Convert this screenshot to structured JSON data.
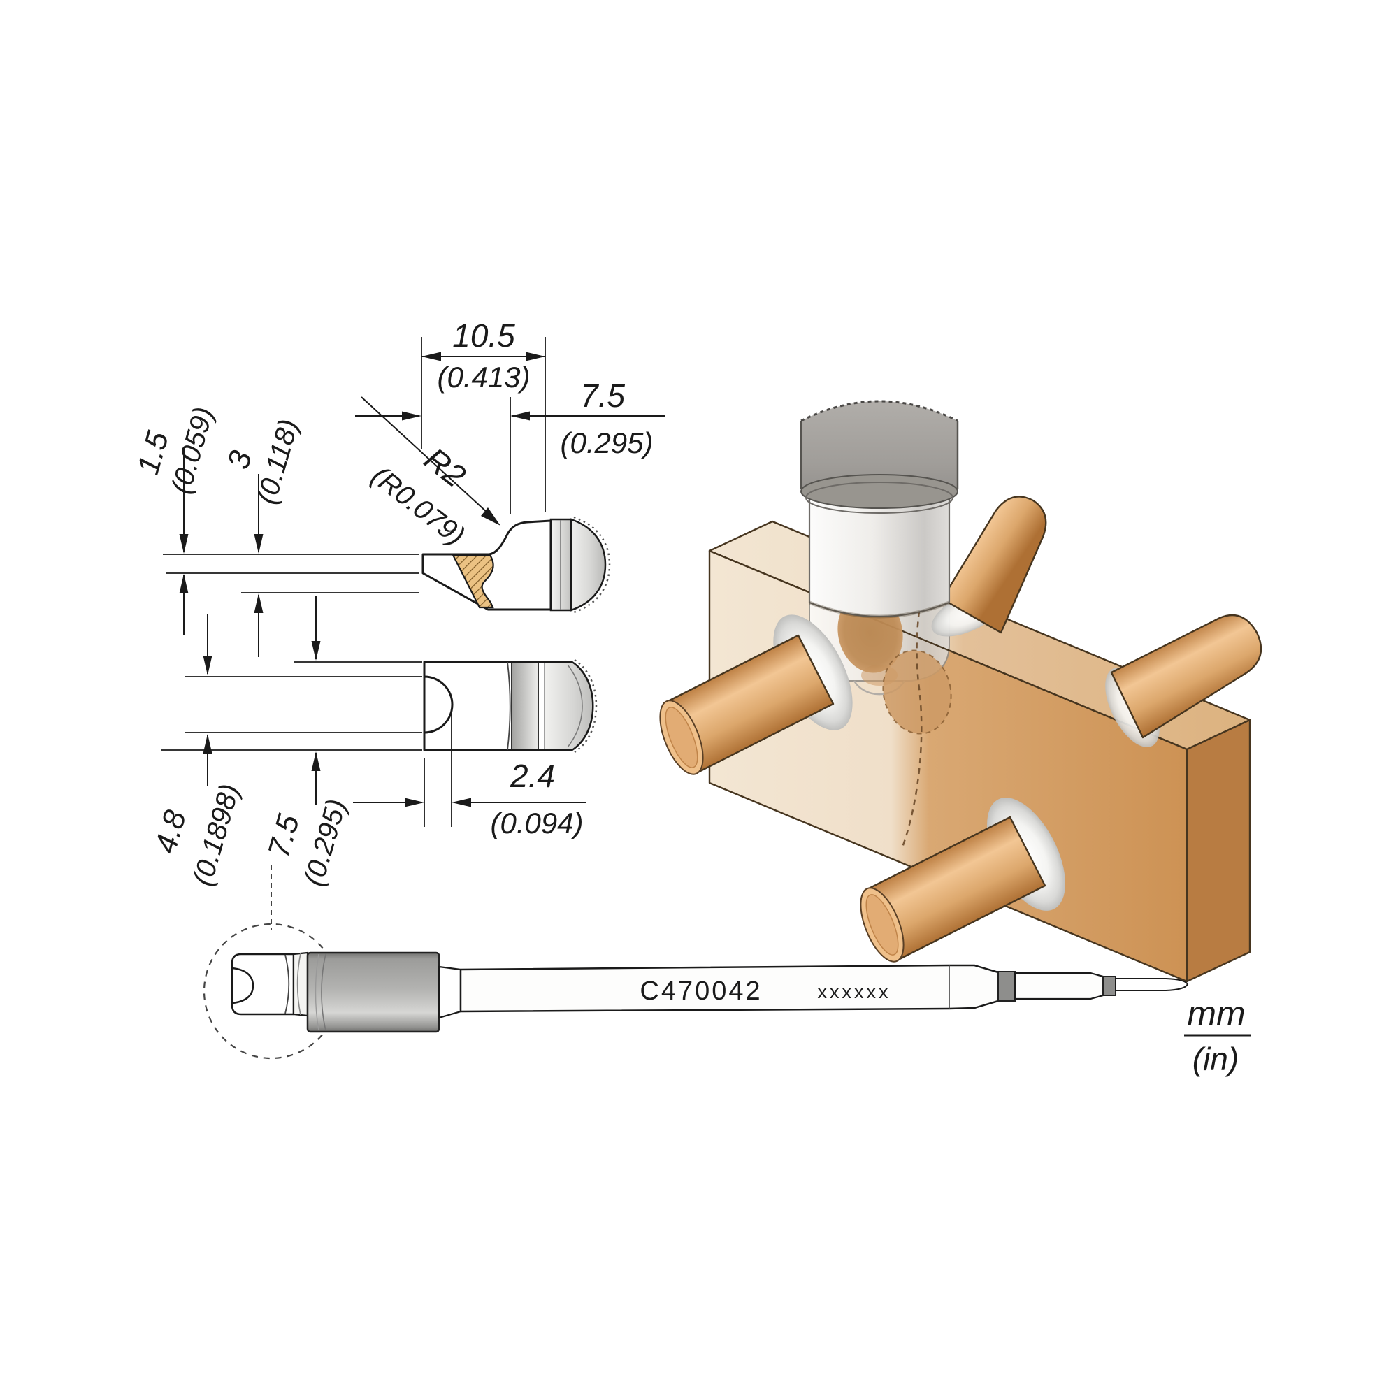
{
  "page": {
    "background": "#ffffff"
  },
  "colors": {
    "line": "#1a1a1a",
    "hatch_fill": "#EBC283",
    "copper_block": "#D0975C",
    "copper_pin": "#E3A873",
    "steel_grey": "#A8A8A6",
    "tool_grey": "#9E9B97"
  },
  "dimensions": {
    "side_view": {
      "length": {
        "mm": "10.5",
        "inch": "(0.413)"
      },
      "back_length": {
        "mm": "7.5",
        "inch": "(0.295)"
      },
      "edge_height": {
        "mm": "1.5",
        "inch": "(0.059)"
      },
      "step_depth": {
        "mm": "3",
        "inch": "(0.118)"
      },
      "radius": {
        "mm": "R2",
        "inch": "(R0.079)"
      }
    },
    "front_view": {
      "slot_depth": {
        "mm": "2.4",
        "inch": "(0.094)"
      },
      "slot_height": {
        "mm": "4.8",
        "inch": "(0.1898)"
      },
      "diameter": {
        "mm": "7.5",
        "inch": "(0.295)"
      }
    }
  },
  "cartridge": {
    "model": "C470042",
    "marking": "xxxxxx"
  },
  "units_legend": {
    "numerator": "mm",
    "denominator": "(in)"
  }
}
